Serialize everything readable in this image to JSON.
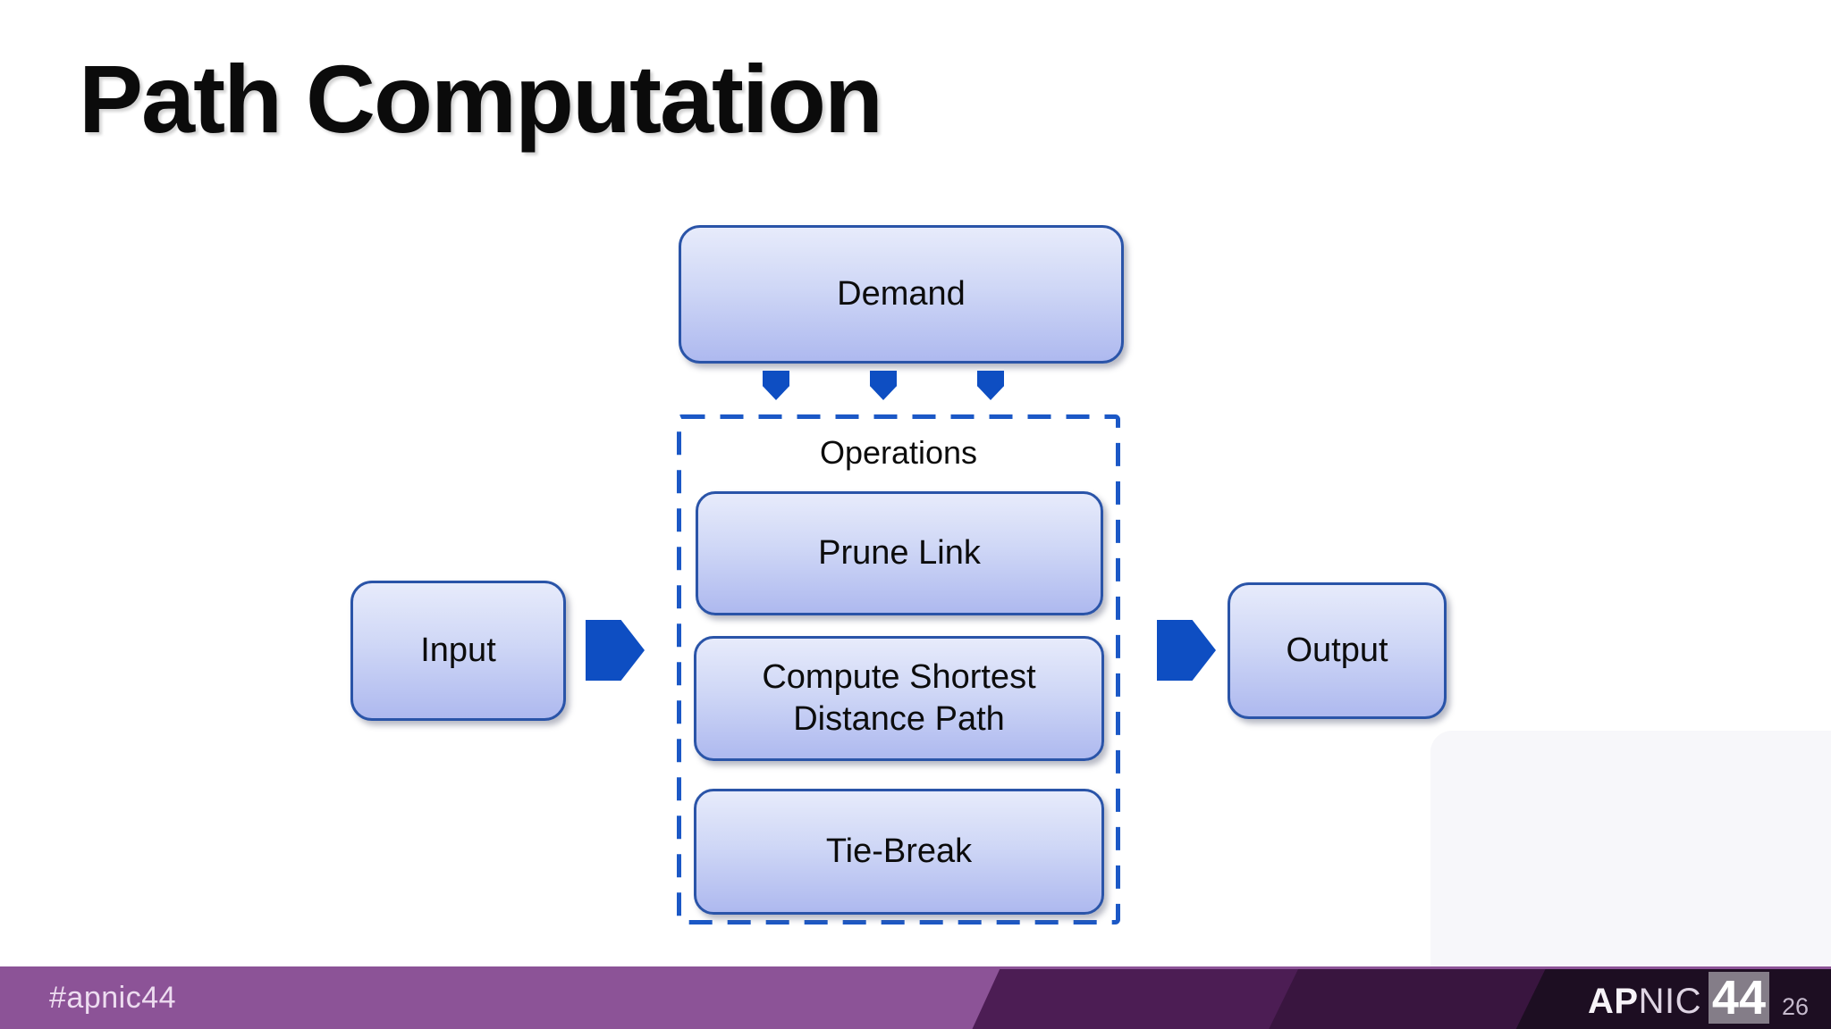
{
  "slide": {
    "title": "Path Computation",
    "diagram": {
      "demand_label": "Demand",
      "operations_label": "Operations",
      "operation_boxes": [
        "Prune Link",
        "Compute Shortest Distance Path",
        "Tie-Break"
      ],
      "input_label": "Input",
      "output_label": "Output"
    }
  },
  "footer": {
    "hashtag": "#apnic44",
    "logo": {
      "ap": "AP",
      "nic": "NIC",
      "number": "44"
    },
    "page_number": "26"
  },
  "theme": {
    "title-color": "#0b0b0b",
    "box-border": "#2a54a8",
    "box-top": "#e7ebfb",
    "box-mid": "#cfd7f6",
    "box-bottom": "#aeb9ef",
    "arrow-blue": "#0e4ec2",
    "dash-blue": "#1b58c6",
    "footer-base": "#8c5397",
    "footer-dark1": "#4c1d54",
    "footer-dark2": "#39153f",
    "footer-dark3": "#1d0e22",
    "hashtag-color": "#eddcf0",
    "badge-bg": "#847d88",
    "badge-text": "#ffffff",
    "logo-ap": "#f7f3f8",
    "logo-nic": "#ded4e3",
    "page-num": "#c6bacd",
    "panel-tint": "#f7f7fa"
  }
}
